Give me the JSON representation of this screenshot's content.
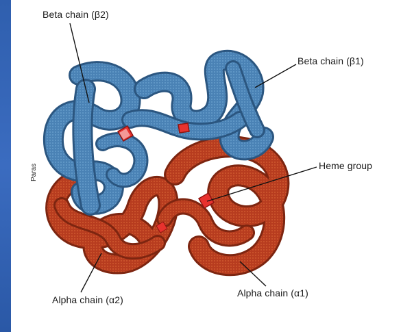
{
  "labels": {
    "beta2": "Beta chain (β2)",
    "beta1": "Beta chain (β1)",
    "heme": "Heme group",
    "alpha2": "Alpha chain (α2)",
    "alpha1": "Alpha chain (α1)"
  },
  "credit": "Paras",
  "colors": {
    "slide_background": "#2f5fae",
    "beta_chain": "#4f87b8",
    "alpha_chain": "#b83c1e",
    "heme": "#e8322e"
  }
}
